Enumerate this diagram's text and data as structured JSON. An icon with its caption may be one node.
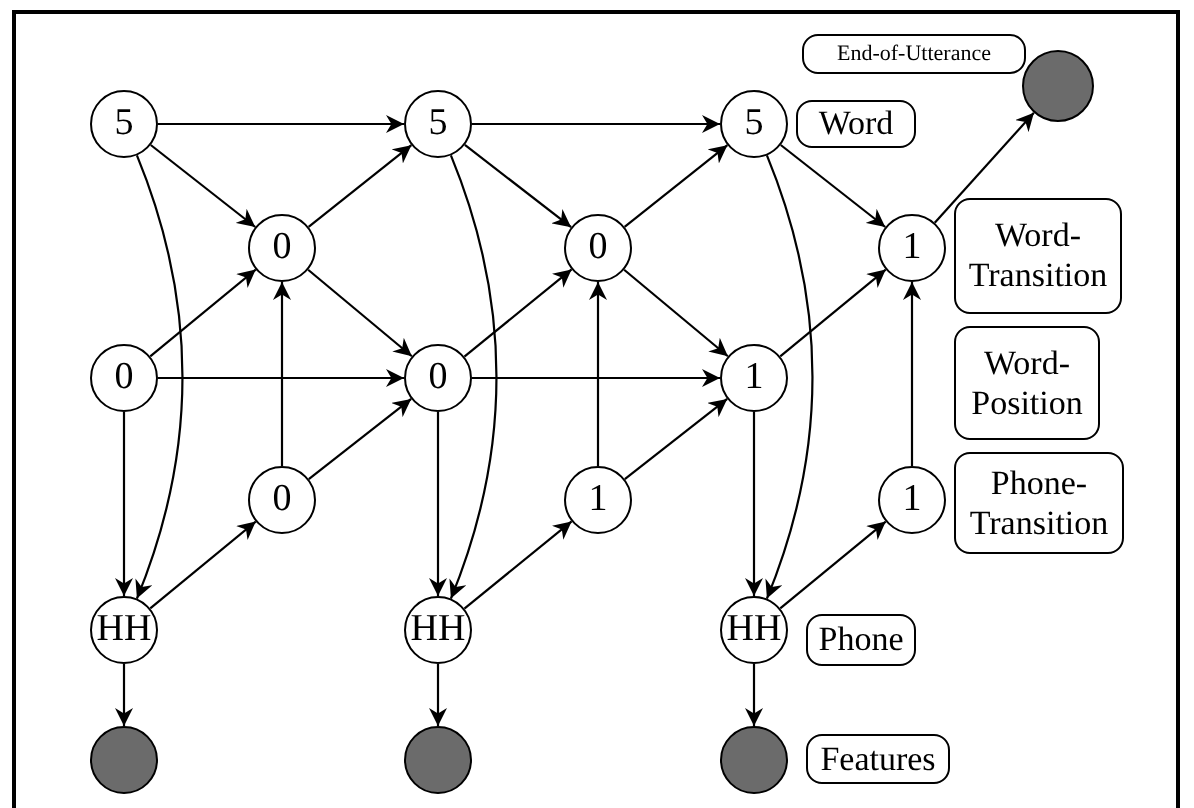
{
  "diagram": {
    "nodes": [
      {
        "text": [
          "5"
        ]
      },
      {
        "text": [
          "5"
        ]
      },
      {
        "text": [
          "5"
        ]
      },
      {
        "text": [
          "0"
        ]
      },
      {
        "text": [
          "0"
        ]
      },
      {
        "text": [
          "1"
        ]
      },
      {
        "text": [
          "0"
        ]
      },
      {
        "text": [
          "0"
        ]
      },
      {
        "text": [
          "1"
        ]
      },
      {
        "text": [
          "0"
        ]
      },
      {
        "text": [
          "1"
        ]
      },
      {
        "text": [
          "1"
        ]
      },
      {
        "text": [
          "HH"
        ]
      },
      {
        "text": [
          "HH"
        ]
      },
      {
        "text": [
          "HH"
        ]
      },
      {
        "text": [],
        "shape": "circle"
      },
      {
        "text": [],
        "shape": "circle"
      },
      {
        "text": [],
        "shape": "circle"
      },
      {
        "text": [],
        "shape": "circle"
      },
      {
        "text": [
          "End-of-Utterance"
        ]
      },
      {
        "text": [
          "Word"
        ]
      },
      {
        "text": [
          "Word-Transition"
        ]
      },
      {
        "text": [
          "Word-Position"
        ]
      },
      {
        "text": [
          "Phone-Transition"
        ]
      },
      {
        "text": [
          "Phone"
        ]
      },
      {
        "text": [
          "Features"
        ]
      }
    ],
    "edges": [
      {
        "from": 0,
        "to": 1,
        "arrow": "to"
      },
      {
        "from": 1,
        "to": 2,
        "arrow": "to"
      },
      {
        "from": 0,
        "to": 3,
        "arrow": "to"
      },
      {
        "from": 3,
        "to": 1,
        "arrow": "to"
      },
      {
        "from": 1,
        "to": 4,
        "arrow": "to"
      },
      {
        "from": 4,
        "to": 2,
        "arrow": "to"
      },
      {
        "from": 2,
        "to": 5,
        "arrow": "to"
      },
      {
        "from": 6,
        "to": 3,
        "arrow": "to"
      },
      {
        "from": 3,
        "to": 7,
        "arrow": "to"
      },
      {
        "from": 7,
        "to": 4,
        "arrow": "to"
      },
      {
        "from": 4,
        "to": 8,
        "arrow": "to"
      },
      {
        "from": 8,
        "to": 5,
        "arrow": "to"
      },
      {
        "from": 6,
        "to": 7,
        "arrow": "to"
      },
      {
        "from": 7,
        "to": 8,
        "arrow": "to"
      },
      {
        "from": 9,
        "to": 3,
        "arrow": "to"
      },
      {
        "from": 10,
        "to": 4,
        "arrow": "to"
      },
      {
        "from": 11,
        "to": 5,
        "arrow": "to"
      },
      {
        "from": 12,
        "to": 9,
        "arrow": "to"
      },
      {
        "from": 9,
        "to": 7,
        "arrow": "to"
      },
      {
        "from": 13,
        "to": 10,
        "arrow": "to"
      },
      {
        "from": 10,
        "to": 8,
        "arrow": "to"
      },
      {
        "from": 14,
        "to": 11,
        "arrow": "to"
      },
      {
        "from": 6,
        "to": 12,
        "arrow": "to"
      },
      {
        "from": 7,
        "to": 13,
        "arrow": "to"
      },
      {
        "from": 8,
        "to": 14,
        "arrow": "to"
      },
      {
        "from": 0,
        "to": 12,
        "arrow": "to"
      },
      {
        "from": 1,
        "to": 13,
        "arrow": "to"
      },
      {
        "from": 2,
        "to": 14,
        "arrow": "to"
      },
      {
        "from": 12,
        "to": 15,
        "arrow": "to"
      },
      {
        "from": 13,
        "to": 16,
        "arrow": "to"
      },
      {
        "from": 14,
        "to": 17,
        "arrow": "to"
      },
      {
        "from": 5,
        "to": 18,
        "arrow": "to"
      }
    ]
  }
}
